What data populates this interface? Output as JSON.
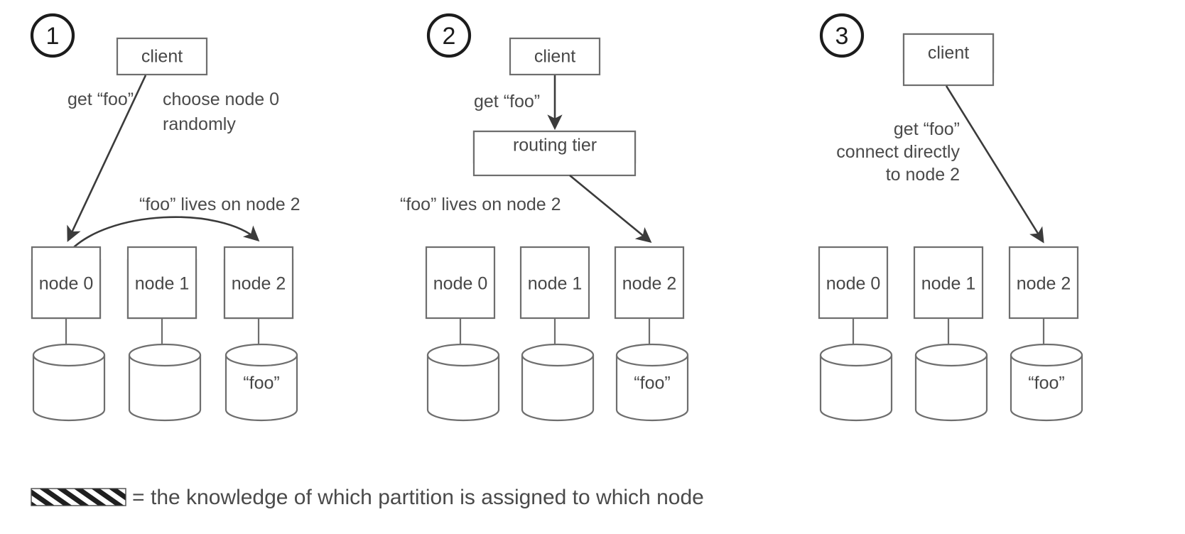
{
  "figure": {
    "title_present": false,
    "background": "#ffffff",
    "ink_color": "#474747",
    "accent_color": "#1c1c1c"
  },
  "legend": {
    "swatch_name": "hatched-bar",
    "equals_sign": "=",
    "text": "the knowledge of which partition is assigned to which node",
    "full_text": "= the knowledge of which partition is assigned to which node"
  },
  "panels": [
    {
      "step": "1",
      "client": {
        "label": "client",
        "hatched": false,
        "hatch_side": "none"
      },
      "router": null,
      "labels": [
        {
          "name": "request-label",
          "text": "get “foo”"
        },
        {
          "name": "strategy-label-line1",
          "text": "choose node 0"
        },
        {
          "name": "strategy-label-line2",
          "text": "randomly"
        },
        {
          "name": "redirect-label",
          "text": "“foo” lives on node 2"
        }
      ],
      "nodes": [
        {
          "label": "node 0",
          "hatched": true,
          "db_label": ""
        },
        {
          "label": "node 1",
          "hatched": true,
          "db_label": ""
        },
        {
          "label": "node 2",
          "hatched": true,
          "db_label": "“foo”"
        }
      ],
      "arrows": [
        {
          "name": "client-to-node0-arrow",
          "from": "client",
          "to": "node 0"
        },
        {
          "name": "node0-to-node2-redirect-arrow",
          "from": "node 0",
          "to": "node 2",
          "curved": true
        }
      ]
    },
    {
      "step": "2",
      "client": {
        "label": "client",
        "hatched": false,
        "hatch_side": "none"
      },
      "router": {
        "label": "routing tier",
        "hatched": true,
        "hatch_side": "bottom"
      },
      "labels": [
        {
          "name": "request-label",
          "text": "get “foo”"
        },
        {
          "name": "redirect-label",
          "text": "“foo” lives on node 2"
        }
      ],
      "nodes": [
        {
          "label": "node 0",
          "hatched": false,
          "db_label": ""
        },
        {
          "label": "node 1",
          "hatched": false,
          "db_label": ""
        },
        {
          "label": "node 2",
          "hatched": false,
          "db_label": "“foo”"
        }
      ],
      "arrows": [
        {
          "name": "client-to-routing-tier-arrow",
          "from": "client",
          "to": "routing tier"
        },
        {
          "name": "routing-tier-to-node2-arrow",
          "from": "routing tier",
          "to": "node 2"
        }
      ]
    },
    {
      "step": "3",
      "client": {
        "label": "client",
        "hatched": true,
        "hatch_side": "bottom"
      },
      "router": null,
      "labels": [
        {
          "name": "request-label-line1",
          "text": "get “foo”"
        },
        {
          "name": "request-label-line2",
          "text": "connect directly"
        },
        {
          "name": "request-label-line3",
          "text": "to node 2"
        }
      ],
      "nodes": [
        {
          "label": "node 0",
          "hatched": false,
          "db_label": ""
        },
        {
          "label": "node 1",
          "hatched": false,
          "db_label": ""
        },
        {
          "label": "node 2",
          "hatched": false,
          "db_label": "“foo”"
        }
      ],
      "arrows": [
        {
          "name": "client-to-node2-arrow",
          "from": "client",
          "to": "node 2"
        }
      ]
    }
  ]
}
